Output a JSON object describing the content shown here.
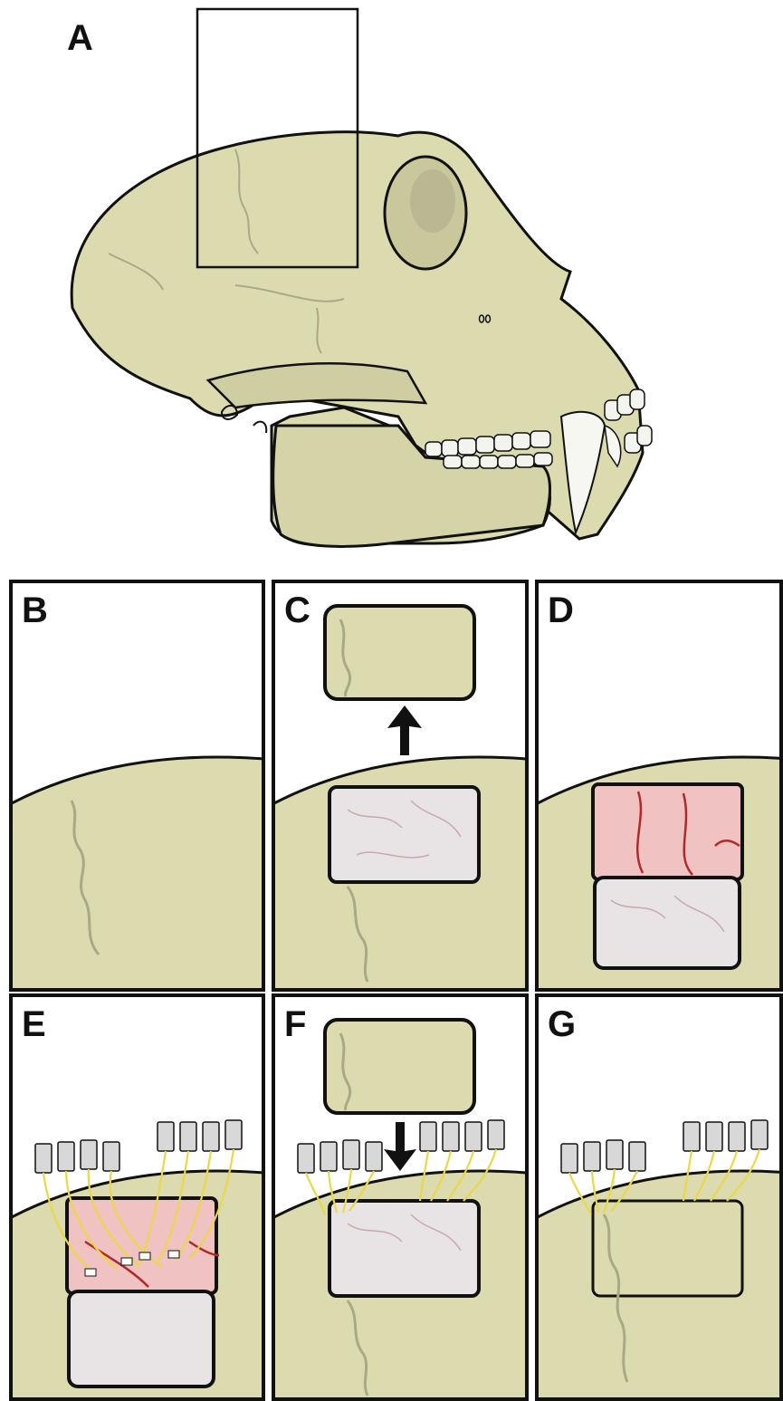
{
  "panel_labels": {
    "a": "A",
    "b": "B",
    "c": "C",
    "d": "D",
    "e": "E",
    "f": "F",
    "g": "G"
  },
  "colors": {
    "bone": "#dcdbb0",
    "bone_shade": "#c6c69a",
    "outline": "#111111",
    "suture": "#a8aa86",
    "dura": "#e8e4e6",
    "brain": "#f1c2c2",
    "vessel": "#b02a2a",
    "wire": "#e8d84a",
    "connector": "#d8d8d8"
  }
}
